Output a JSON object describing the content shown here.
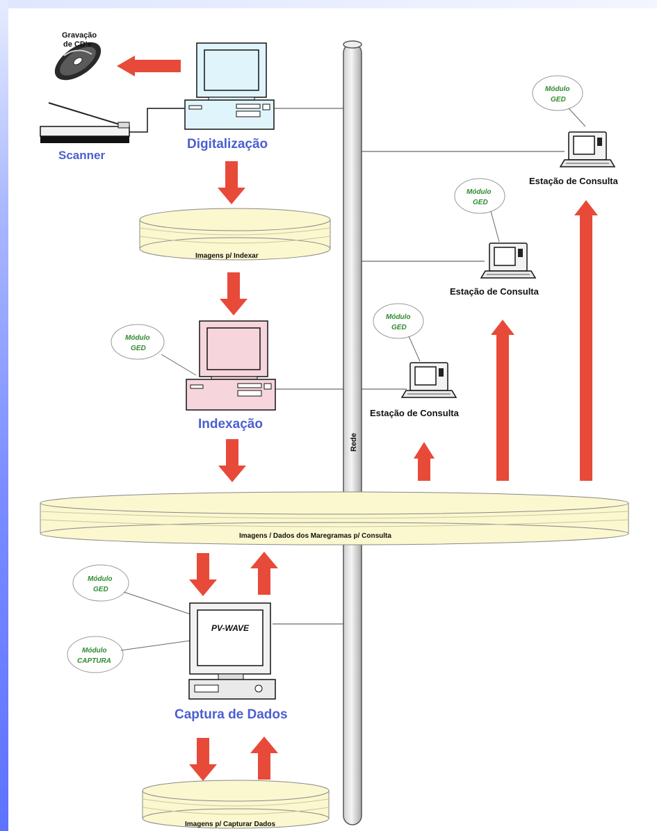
{
  "colors": {
    "arrow": "#e84a3a",
    "disk_fill": "#fbf7cf",
    "label_blue": "#4a5fd0",
    "label_green": "#2f8a2f",
    "pc_blue": "#dff4fb",
    "pc_pink": "#f7d5dc"
  },
  "labels": {
    "cd_burn": [
      "Gravação",
      "de CD's"
    ],
    "scanner": "Scanner",
    "digitalizacao": "Digitalização",
    "disk_indexar": "Imagens p/ Indexar",
    "indexacao": "Indexação",
    "rede": "Rede",
    "disk_consulta": "Imagens / Dados dos Maregramas p/ Consulta",
    "pv_wave": "PV-WAVE",
    "captura": "Captura de Dados",
    "disk_capturar": "Imagens p/ Capturar  Dados",
    "estacao_1": "Estação de Consulta",
    "estacao_2": "Estação de Consulta",
    "estacao_3": "Estação de Consulta"
  },
  "bubbles": {
    "ged_modulo": "Módulo",
    "ged_ged": "GED",
    "captura_modulo": "Módulo",
    "captura_captura": "CAPTURA"
  },
  "icons": [
    "cd-icon",
    "scanner-icon",
    "desktop-computer-icon",
    "laptop-icon",
    "monitor-icon",
    "disk-icon",
    "network-pipe-icon"
  ]
}
